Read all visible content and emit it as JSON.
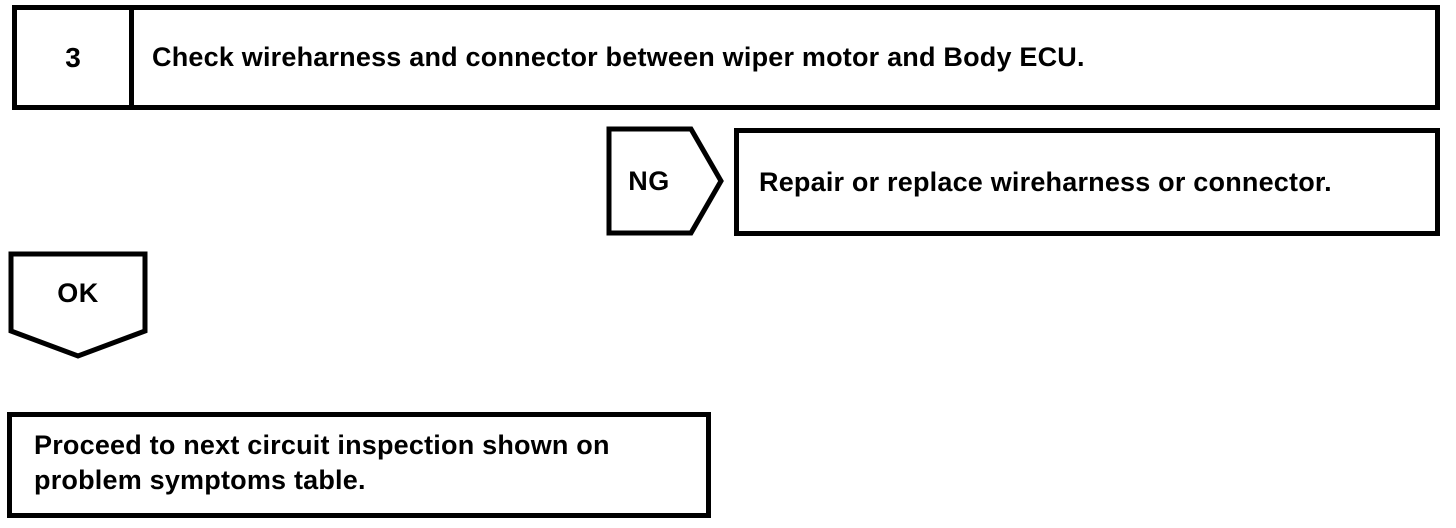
{
  "palette": {
    "ink": "#000000",
    "paper": "#ffffff"
  },
  "flowchart": {
    "step_box": {
      "number": "3",
      "instruction": "Check wireharness and connector between wiper motor and Body ECU."
    },
    "ng_branch": {
      "label": "NG",
      "action": "Repair or replace wireharness or connector."
    },
    "ok_branch": {
      "label": "OK",
      "result": "Proceed to next circuit inspection shown on problem symptoms table."
    }
  }
}
